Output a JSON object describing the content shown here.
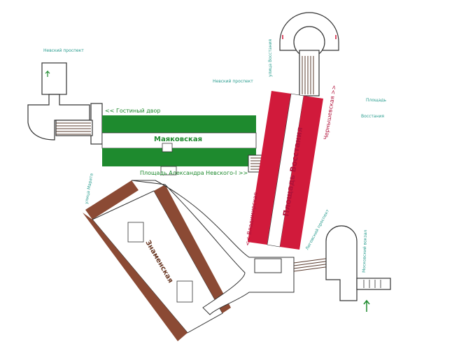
{
  "colors": {
    "green_line": "#1e8a2e",
    "red_line": "#d11a3b",
    "brown_line": "#8b4a34",
    "street_text": "#2a9d8f",
    "station_text_green": "#1e8a2e",
    "station_text_red": "#b0123a",
    "station_text_brown": "#6b3a26",
    "wall": "#333333",
    "floor": "#ffffff"
  },
  "stations": {
    "mayakovskaya": "Маяковская",
    "ploshchad_vosstaniya": "Площадь Восстания",
    "znamenskaya": "Знаменская"
  },
  "directions": {
    "gostiny_dvor": "<< Гостиный двор",
    "ploshchad_nevskogo": "Площадь Александра Невского-I >>",
    "vladimirskaya": "<< Владимирская",
    "chernyshevskaya": "Чернышевская >>"
  },
  "streets": {
    "nevsky_left": "Невский проспект",
    "nevsky_mid": "Невский проспект",
    "ploshchad": "Площадь",
    "vosstaniya": "Восстания",
    "ulitsa_vosstaniya": "улица Восстания",
    "ulitsa_marata": "улица Марата",
    "ligovsky": "Лиговский проспект",
    "moskovsky_vokzal": "Московский вокзал"
  },
  "icons": [
    "escalator-icon",
    "stairs-icon",
    "turnstile-icon",
    "entrance-arrow-icon"
  ]
}
